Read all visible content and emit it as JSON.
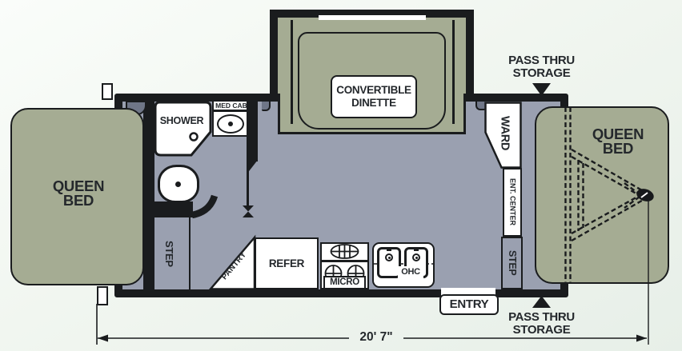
{
  "floorplan": {
    "beds": {
      "left": "QUEEN BED",
      "right": "QUEEN BED"
    },
    "bathroom": {
      "shower": "SHOWER",
      "med_cab": "MED CAB"
    },
    "dinette": "CONVERTIBLE DINETTE",
    "wardrobe": "WARD",
    "ent_center": "ENT. CENTER",
    "steps": {
      "left": "STEP",
      "right": "STEP"
    },
    "kitchen": {
      "pantry": "PANTRY",
      "refer": "REFER",
      "micro": "MICRO",
      "ohc": "OHC"
    },
    "entry": "ENTRY",
    "pass_thru_storage": {
      "top": "PASS THRU STORAGE",
      "bottom": "PASS THRU STORAGE"
    },
    "dimension": {
      "length": "20' 7\""
    },
    "colors": {
      "floor": "#9aa0b0",
      "upholstery": "#a5ac93",
      "wall": "#1a1c1e",
      "background": "#eef4ee",
      "white": "#ffffff",
      "text": "#24282c"
    }
  }
}
